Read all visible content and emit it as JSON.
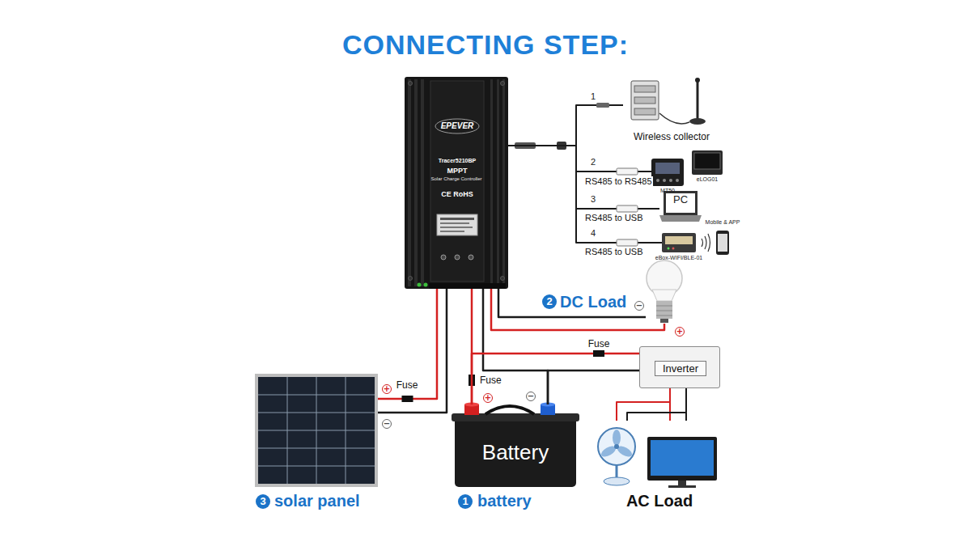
{
  "diagram": {
    "title": "CONNECTING STEP:",
    "nodes": [
      {
        "text": [
          "EPEVER",
          "Tracer5210BP",
          "MPPT",
          "Solar Charge Controller",
          "CE RoHS"
        ]
      },
      {
        "text": [
          "Wireless collector"
        ]
      },
      {
        "text": [
          "MT50"
        ]
      },
      {
        "text": [
          "eLOG01"
        ]
      },
      {
        "text": [
          "PC"
        ]
      },
      {
        "text": [
          "eBox-WIFI/BLE-01"
        ]
      },
      {
        "text": [
          "Mobile & APP"
        ]
      },
      {
        "text": [
          "DC Load"
        ]
      },
      {
        "text": [
          "Inverter"
        ]
      },
      {
        "text": [
          "solar panel"
        ]
      },
      {
        "text": [
          "Battery",
          "battery"
        ]
      },
      {
        "text": [
          "AC Load"
        ]
      }
    ],
    "edges": [
      {
        "from": 0,
        "to": 1,
        "arrow": "none"
      },
      {
        "from": 0,
        "to": 2,
        "label": "RS485 to RS485",
        "arrow": "none"
      },
      {
        "from": 0,
        "to": 4,
        "label": "RS485 to USB",
        "arrow": "none"
      },
      {
        "from": 0,
        "to": 5,
        "label": "RS485 to USB",
        "arrow": "none"
      },
      {
        "from": 0,
        "to": 7,
        "arrow": "none"
      },
      {
        "from": 0,
        "to": 9,
        "label": "Fuse",
        "arrow": "none"
      },
      {
        "from": 0,
        "to": 10,
        "label": "Fuse",
        "arrow": "none"
      },
      {
        "from": 10,
        "to": 8,
        "label": "Fuse",
        "arrow": "none"
      },
      {
        "from": 8,
        "to": 11,
        "arrow": "none"
      }
    ],
    "labels": [
      "1",
      "2",
      "3",
      "4",
      "2",
      "−",
      "+",
      "+",
      "−",
      "+",
      "−",
      "3",
      "1"
    ]
  }
}
